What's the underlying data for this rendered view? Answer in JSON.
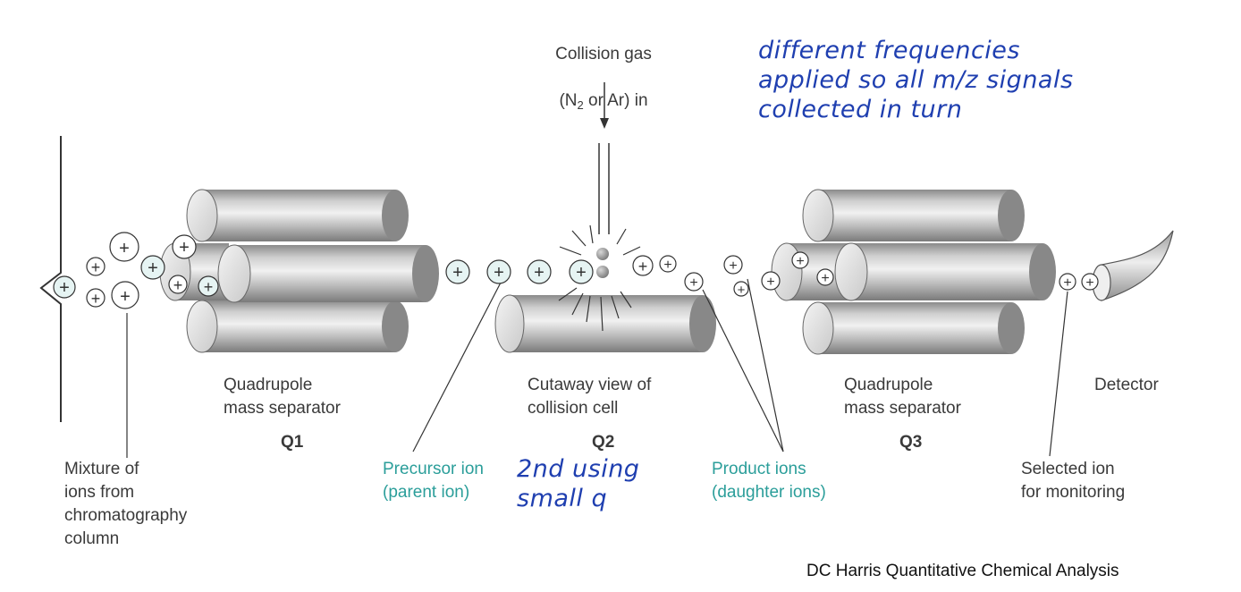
{
  "collision_gas": {
    "line1": "Collision gas",
    "line2_pre": "(N",
    "line2_sub": "2",
    "line2_post": " or Ar) in"
  },
  "handwritten": {
    "top_right": "different frequencies\napplied so all m/z signals\ncollected in turn",
    "q2_note": "2nd using\nsmall q"
  },
  "labels": {
    "q1_desc": "Quadrupole\nmass separator",
    "q1_tag": "Q1",
    "q2_desc": "Cutaway view of\ncollision cell",
    "q2_tag": "Q2",
    "q3_desc": "Quadrupole\nmass separator",
    "q3_tag": "Q3",
    "detector": "Detector",
    "mixture": "Mixture of\nions from\nchromatography\ncolumn",
    "precursor": "Precursor ion\n(parent ion)",
    "product": "Product ions\n(daughter ions)",
    "selected": "Selected ion\nfor monitoring"
  },
  "ion_symbol": "+",
  "credit": "DC Harris Quantitative Chemical Analysis",
  "colors": {
    "teal_label": "#2b9e9a",
    "ink_blue": "#1f3fb0",
    "ion_fill": "#e6f4f3",
    "rod_dark": "#8a8a8a",
    "rod_light": "#eaeaea",
    "gas_particle": "#9a9a9a"
  }
}
